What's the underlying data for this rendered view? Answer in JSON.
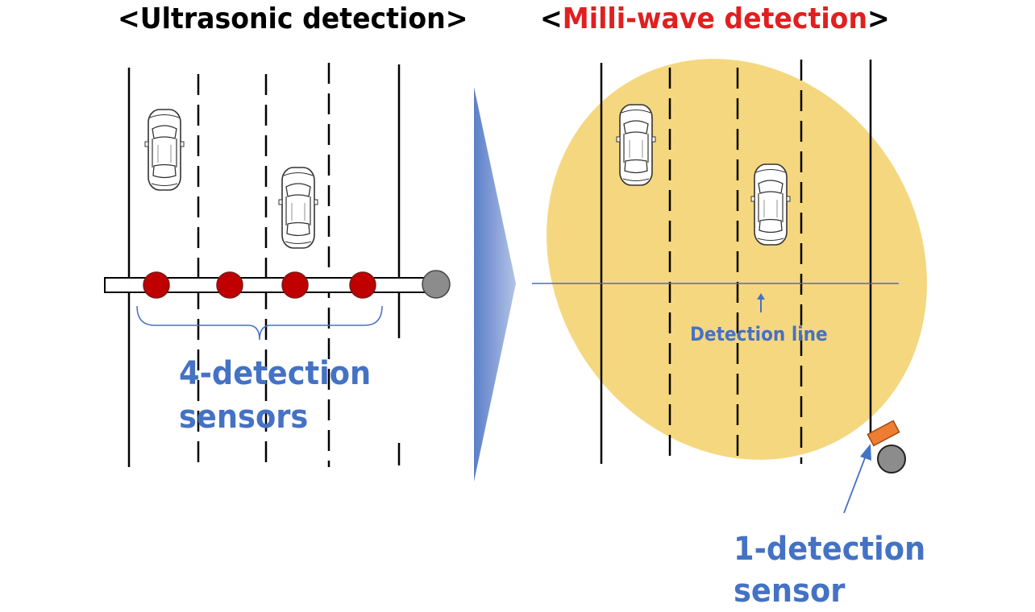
{
  "left_panel": {
    "title": "<Ultrasonic detection>",
    "sensor_label_line1": "4-detection",
    "sensor_label_line2": "sensors"
  },
  "right_panel": {
    "title_prefix": "<",
    "title_accent": "Milli-wave detection",
    "title_suffix": ">",
    "detection_line_label": "Detection line",
    "sensor_label_line1": "1-detection",
    "sensor_label_line2": "sensor"
  },
  "colors": {
    "blue_text": "#4472c4",
    "red_title": "#e02020",
    "detection_zone": "#f5d77f",
    "sensor_red": "#c00000",
    "sensor_gray": "#7f7f7f",
    "radar_orange": "#ed7d31",
    "arrow_blue": "#4472c4"
  },
  "icons": [
    "car-icon",
    "ultrasonic-sensor-icon",
    "radar-sensor-icon",
    "pole-icon",
    "transition-arrow-icon"
  ]
}
